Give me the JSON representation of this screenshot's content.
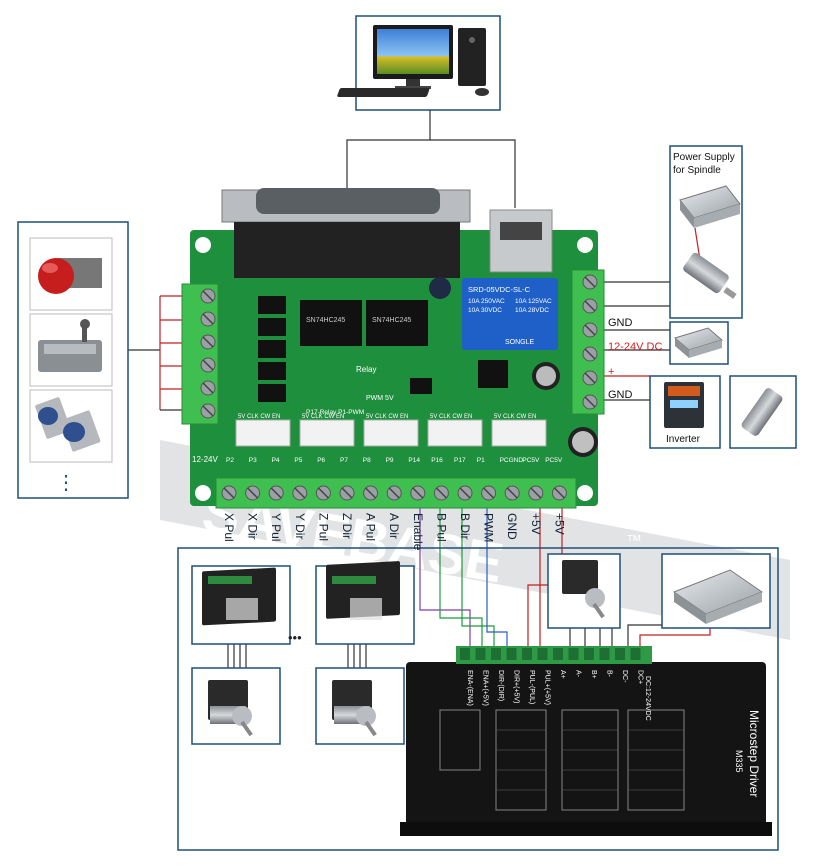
{
  "watermark": {
    "line1": "SAVEBASE",
    "line2": "Share with Delight",
    "tm": "™"
  },
  "power_supply": {
    "line1": "Power Supply",
    "line2": "for Spindle"
  },
  "right_labels": {
    "gnd1": "GND",
    "dc": "12-24V DC",
    "plus": "+",
    "gnd2": "GND"
  },
  "inverter": "Inverter",
  "board": {
    "relay": "SRD-05VDC-SL-C",
    "relay_lines": [
      "10A 250VAC",
      "10A 30VDC",
      "10A 125VAC",
      "10A 28VDC"
    ],
    "relay_brand": "SONGLE",
    "power": "12-24V",
    "relay_label": "Relay",
    "pwm_label": "PWM 5V",
    "header_top": "P17-Relay  P1-PWM",
    "headers": [
      "5V CLK CW EN",
      "5V CLK CW EN",
      "5V CLK CW EN",
      "5V CLK CW EN",
      "5V CLK CW EN"
    ],
    "top_pins": [
      "P2",
      "P3",
      "P4",
      "P5",
      "P6",
      "P7",
      "P8",
      "P9",
      "P14",
      "P16",
      "P17",
      "P1",
      "PCGND",
      "PC5V",
      "PC5V"
    ],
    "chips": [
      "SN74HC245",
      "SN74HC245"
    ]
  },
  "terminals": [
    "X Pul",
    "X Dir",
    "Y Pul",
    "Y Dir",
    "Z Pul",
    "Z Dir",
    "A Pul",
    "A Dir",
    "Enable",
    "B Pul",
    "B Dir",
    "PWM",
    "GND",
    "+5V",
    "+5V"
  ],
  "ellipsis_vert": "⋮",
  "ellipsis_h": "•••",
  "driver": {
    "title": "Microstep Driver",
    "model": "M335",
    "pins": [
      "ENA-(ENA)",
      "ENA+(+5V)",
      "DIR-(DIR)",
      "DIR+(+5V)",
      "PUL-(PUL)",
      "PUL+(+5V)",
      "A+",
      "A-",
      "B+",
      "B-",
      "DC-",
      "DC+"
    ],
    "dc": "DC:12-24VDC"
  }
}
